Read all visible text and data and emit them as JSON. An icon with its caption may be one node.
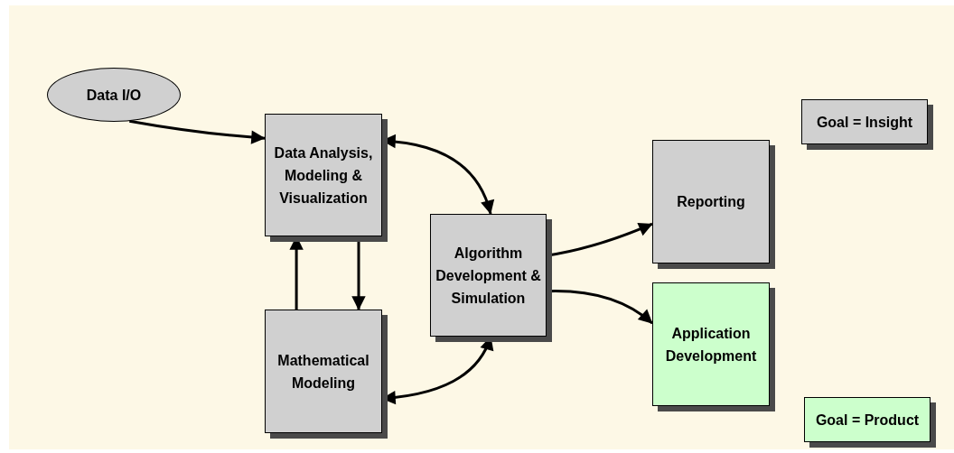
{
  "diagram": {
    "nodes": [
      {
        "text": [
          "Data I/O"
        ]
      },
      {
        "text": [
          "Data Analysis, Modeling & Visualization"
        ]
      },
      {
        "text": [
          "Mathematical Modeling"
        ]
      },
      {
        "text": [
          "Algorithm Development & Simulation"
        ]
      },
      {
        "text": [
          "Reporting"
        ]
      },
      {
        "text": [
          "Application Development"
        ]
      },
      {
        "text": [
          "Goal = Insight"
        ]
      },
      {
        "text": [
          "Goal = Product"
        ]
      }
    ],
    "edges": [
      {
        "from": 0,
        "to": 1,
        "arrow": "to"
      },
      {
        "from": 1,
        "to": 3,
        "arrow": "both"
      },
      {
        "from": 1,
        "to": 2,
        "arrow": "to"
      },
      {
        "from": 2,
        "to": 1,
        "arrow": "to"
      },
      {
        "from": 2,
        "to": 3,
        "arrow": "both"
      },
      {
        "from": 3,
        "to": 4,
        "arrow": "to"
      },
      {
        "from": 3,
        "to": 5,
        "arrow": "to"
      }
    ]
  }
}
